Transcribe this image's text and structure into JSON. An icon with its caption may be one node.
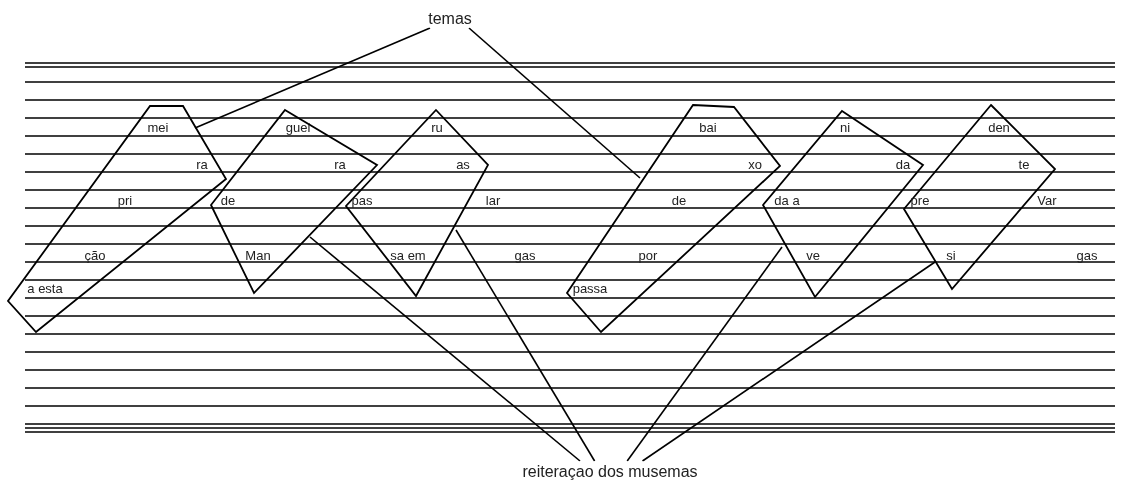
{
  "diagram": {
    "nodes": [
      {
        "text": [
          "temas"
        ]
      },
      {
        "text": [
          "mei",
          "ra",
          "pri",
          "ção",
          "a esta"
        ]
      },
      {
        "text": [
          "guei",
          "ra",
          "de",
          "Man"
        ]
      },
      {
        "text": [
          "ru",
          "as",
          "pas",
          "sa em"
        ]
      },
      {
        "text": [
          "bai",
          "xo",
          "de",
          "por",
          "passa"
        ]
      },
      {
        "text": [
          "ni",
          "da",
          "da a",
          "ve"
        ]
      },
      {
        "text": [
          "den",
          "te",
          "pre",
          "si"
        ]
      },
      {
        "text": [
          "reiteraçao dos musemas"
        ]
      }
    ],
    "edges": [
      {
        "from": 0,
        "to": 1,
        "arrow": "none"
      },
      {
        "from": 0,
        "to": 4,
        "arrow": "none"
      },
      {
        "from": 7,
        "to": 2,
        "arrow": "none"
      },
      {
        "from": 7,
        "to": 3,
        "arrow": "none"
      },
      {
        "from": 7,
        "to": 5,
        "arrow": "none"
      },
      {
        "from": 7,
        "to": 6,
        "arrow": "none"
      }
    ],
    "labels": [
      "lar",
      "Var",
      "gas",
      "gas"
    ]
  }
}
